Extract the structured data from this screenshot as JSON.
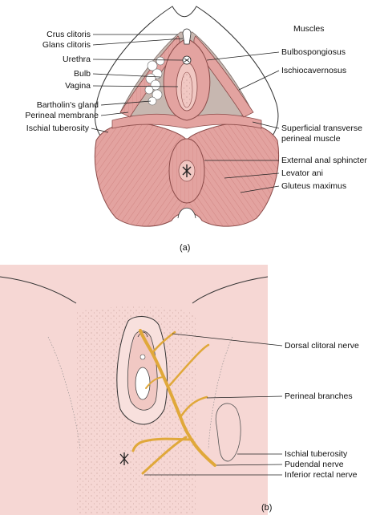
{
  "panel_a": {
    "caption": "(a)",
    "title": "Muscles",
    "labels_left": [
      "Crus clitoris",
      "Glans clitoris",
      "Urethra",
      "Bulb",
      "Vagina",
      "Bartholin's gland",
      "Perineal membrane",
      "Ischial tuberosity"
    ],
    "labels_right": [
      "Bulbospongiosus",
      "Ischiocavernosus",
      "Superficial transverse",
      "perineal muscle",
      "External anal sphincter",
      "Levator ani",
      "Gluteus maximus"
    ]
  },
  "panel_b": {
    "caption": "(b)",
    "labels_right": [
      "Dorsal clitoral nerve",
      "Perineal branches",
      "Ischial tuberosity",
      "Pudendal nerve",
      "Inferior rectal nerve"
    ]
  },
  "colors": {
    "muscle": "#e3a3a0",
    "muscle_dark": "#c9716f",
    "membrane": "#c7b7b0",
    "skin": "#f6d7d4",
    "nerve": "#e0a83a"
  }
}
